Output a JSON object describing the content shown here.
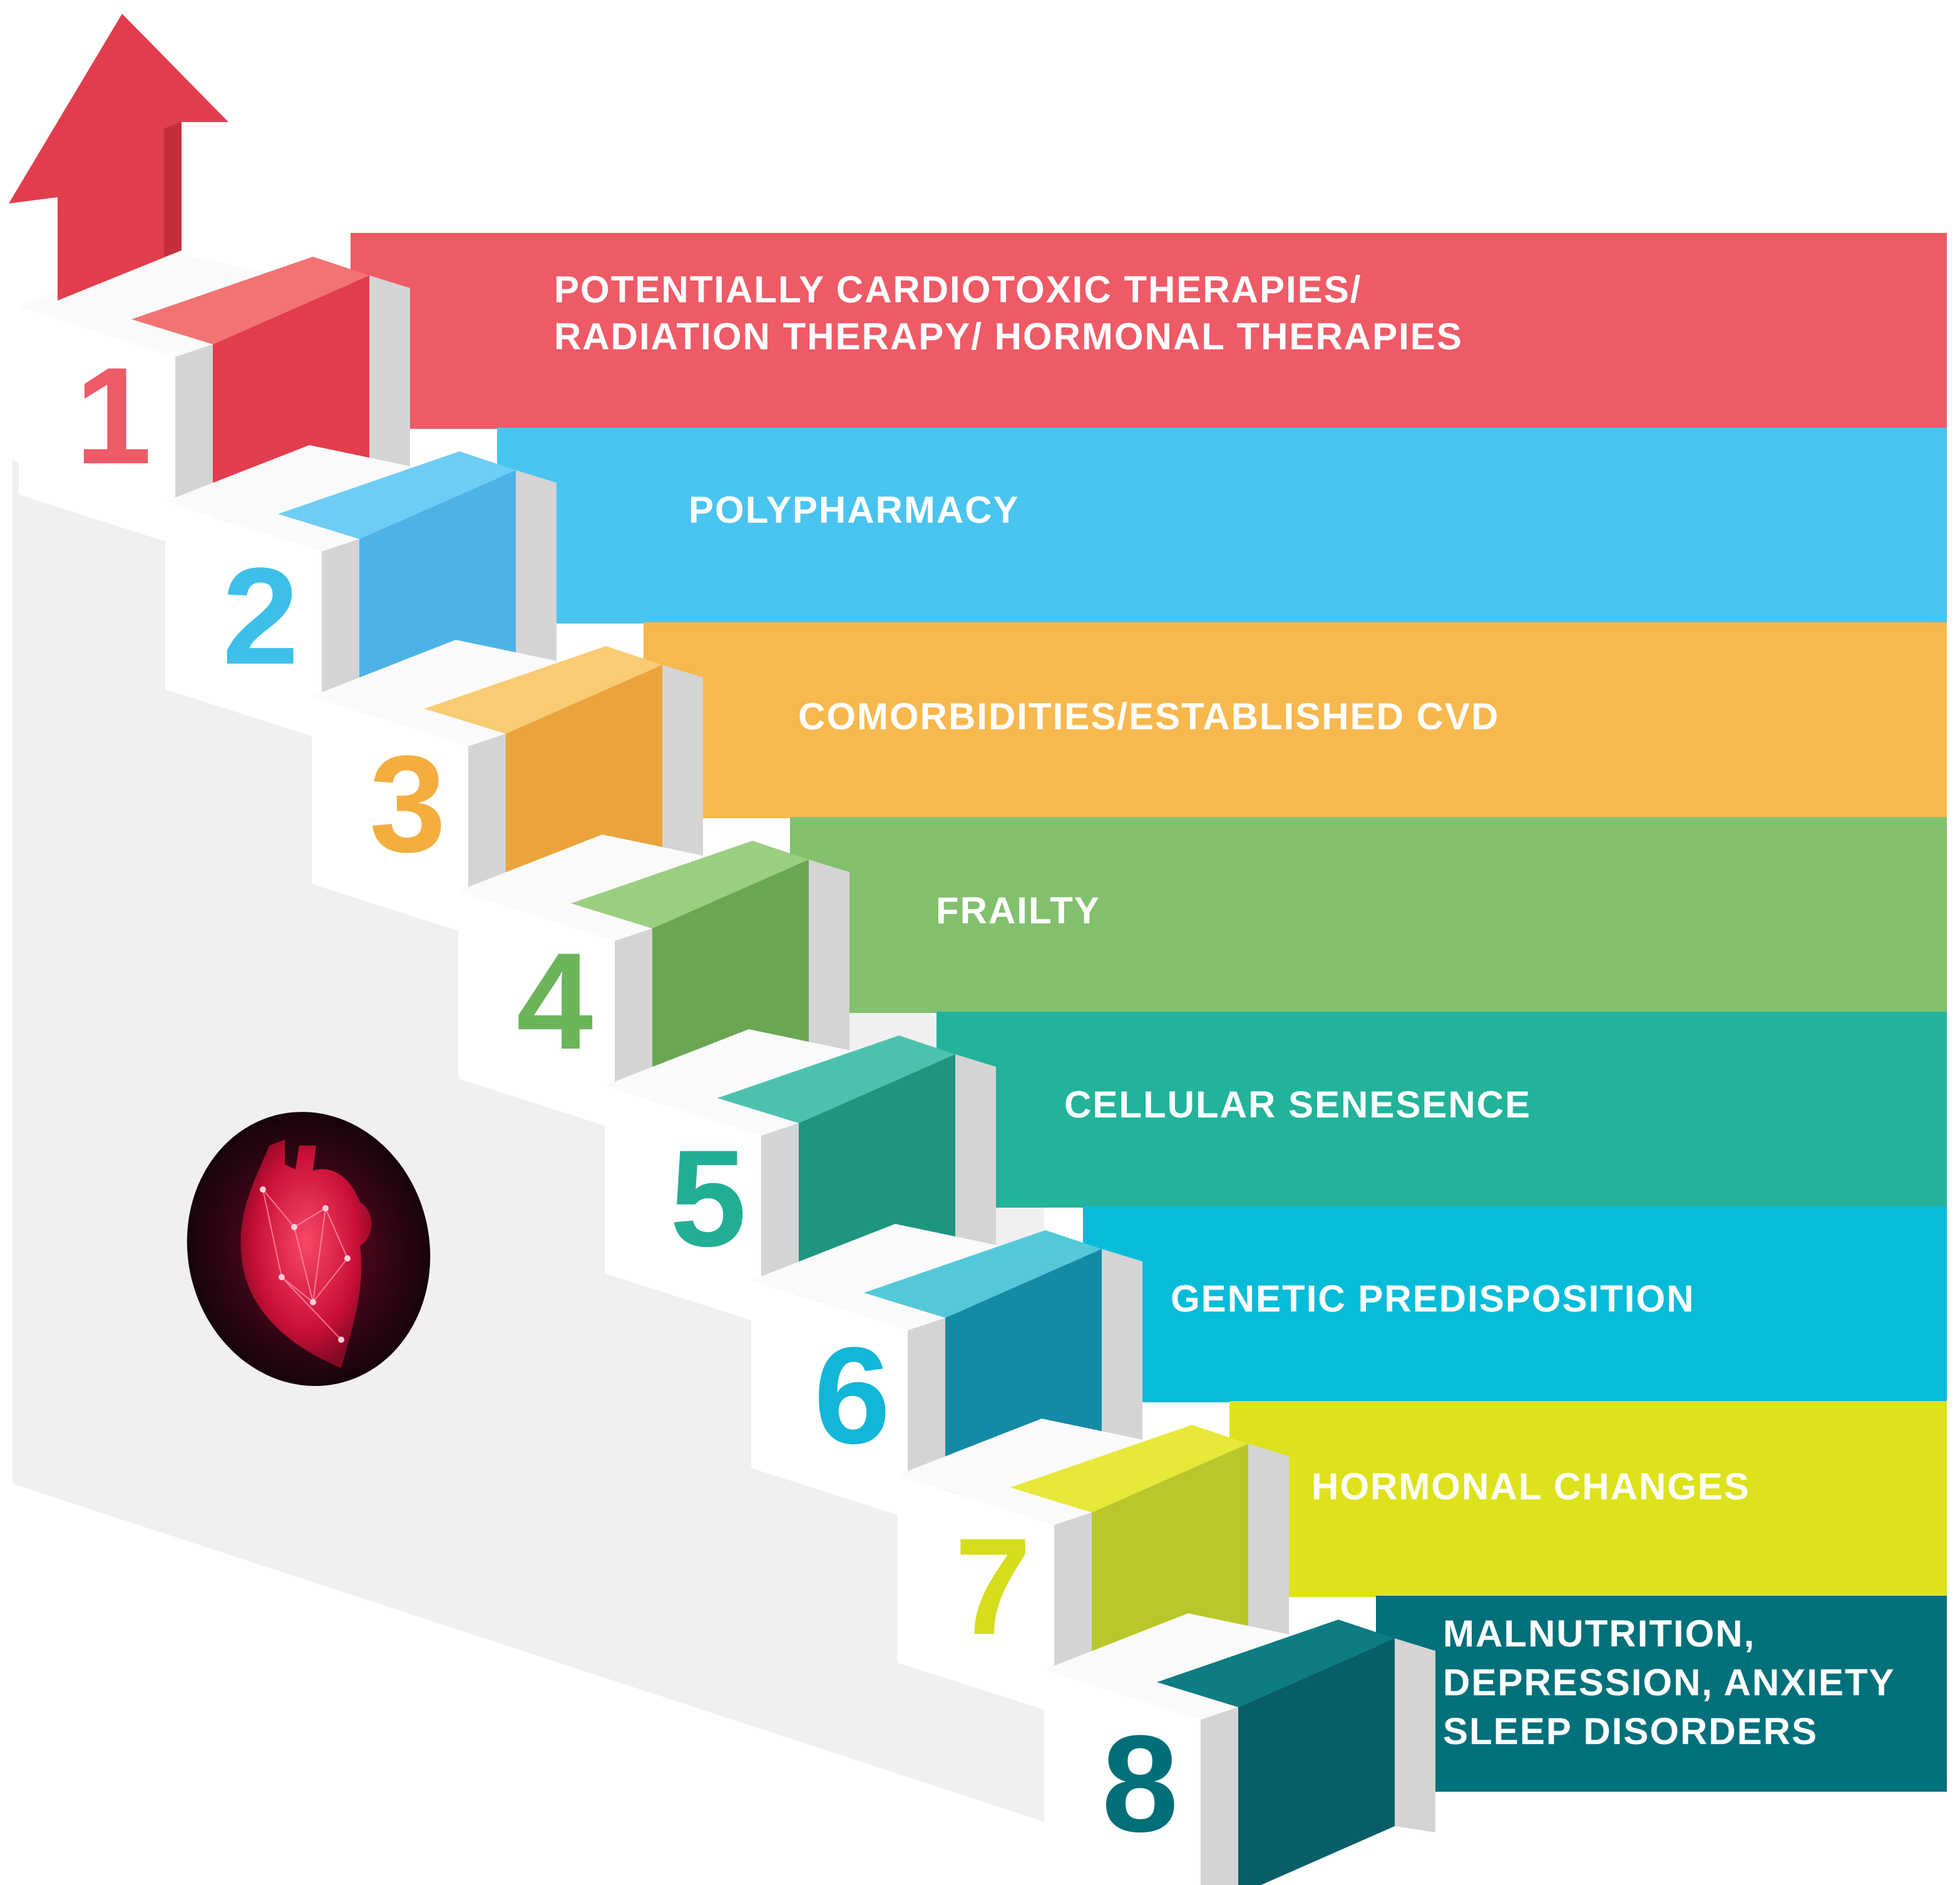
{
  "steps": [
    {
      "number": "1",
      "lines": [
        "POTENTIALLY CARDIOTOXIC THERAPIES/",
        "RADIATION THERAPY/ HORMONAL THERAPIES"
      ],
      "band_color": "#EE5A66",
      "top_color": "#F27372",
      "front_color": "#E23D4D",
      "number_color": "#EE5A66"
    },
    {
      "number": "2",
      "lines": [
        "POLYPHARMACY"
      ],
      "band_color": "#49C4EF",
      "top_color": "#6ECDF4",
      "front_color": "#4DB3E6",
      "number_color": "#3DBFEA"
    },
    {
      "number": "3",
      "lines": [
        "COMORBIDITIES/ESTABLISHED CVD"
      ],
      "band_color": "#F7B84E",
      "top_color": "#F9CB72",
      "front_color": "#EBA33C",
      "number_color": "#F4AE3F"
    },
    {
      "number": "4",
      "lines": [
        "FRAILTY"
      ],
      "band_color": "#82C06E",
      "top_color": "#9ACE80",
      "front_color": "#6BA653",
      "number_color": "#6CB45A"
    },
    {
      "number": "5",
      "lines": [
        "CELLULAR SENESENCE"
      ],
      "band_color": "#22B39A",
      "top_color": "#4CC2AE",
      "front_color": "#1E957F",
      "number_color": "#22AE95"
    },
    {
      "number": "6",
      "lines": [
        "GENETIC PREDISPOSITION"
      ],
      "band_color": "#07BCD9",
      "top_color": "#53C9D8",
      "front_color": "#158AA6",
      "number_color": "#12B6D6"
    },
    {
      "number": "7",
      "lines": [
        "HORMONAL CHANGES"
      ],
      "band_color": "#DDE21C",
      "top_color": "#E7E83A",
      "front_color": "#B9C72A",
      "number_color": "#D5DD1D"
    },
    {
      "number": "8",
      "lines": [
        "MALNUTRITION,",
        "DEPRESSION, ANXIETY",
        "SLEEP DISORDERS"
      ],
      "band_color": "#00707A",
      "top_color": "#0D7C83",
      "front_color": "#075E68",
      "number_color": "#006F79"
    }
  ],
  "colors": {
    "arrow": "#E23D4D",
    "step_top": "#FAFAFA",
    "step_front": "#FFFFFF",
    "step_side": "#D4D4D4",
    "wall": "#F0F0F0",
    "heart_bg": "#2A0512",
    "heart": "#E0143C"
  },
  "icons": {
    "arrow": "up-arrow-icon",
    "heart": "anatomical-heart-icon"
  }
}
